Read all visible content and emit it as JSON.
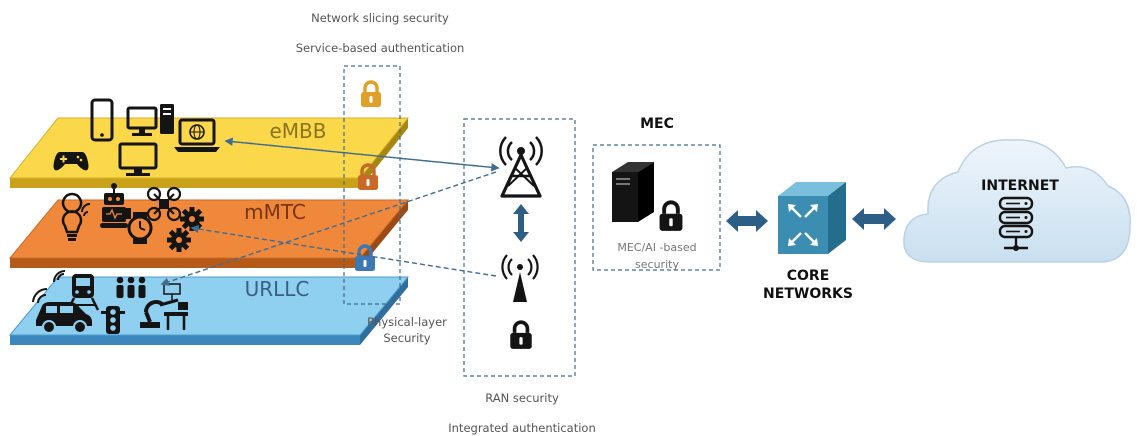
{
  "labels": {
    "slicing": "Network slicing security",
    "service_auth": "Service-based authentication",
    "embb": "eMBB",
    "mmtc": "mMTC",
    "urllc": "URLLC",
    "physical_1": "Physical-layer",
    "physical_2": "Security",
    "ran": "RAN security",
    "integrated": "Integrated authentication",
    "mec": "MEC",
    "mec_sec_1": "MEC/AI -based",
    "mec_sec_2": "security",
    "core_1": "CORE",
    "core_2": "NETWORKS",
    "internet": "INTERNET"
  },
  "colors": {
    "embb_top": "#fbd84a",
    "embb_side": "#c9a21a",
    "mmtc_top": "#f0883c",
    "mmtc_side": "#b65a1a",
    "urllc_top": "#8fcff0",
    "urllc_side": "#3c87bd",
    "lock_gold": "#e0a028",
    "lock_orange": "#c8692a",
    "lock_blue": "#3b78b4",
    "dashed": "#3f6c8f",
    "arrow": "#2d5f86",
    "icon": "#141414",
    "core": "#3b8eb2"
  },
  "icons": [
    "smartphone-icon",
    "desktop-icon",
    "pc-tower-icon",
    "laptop-globe-icon",
    "gamepad-icon",
    "monitor-icon",
    "robot-icon",
    "drone-icon",
    "lightbulb-icon",
    "watch-icon",
    "gear-icon",
    "train-icon",
    "people-icon",
    "car-icon",
    "traffic-light-icon",
    "robot-arm-icon",
    "cell-tower-icon",
    "antenna-icon",
    "lock-icon",
    "server-icon",
    "router-icon",
    "cloud-icon",
    "database-server-icon"
  ]
}
